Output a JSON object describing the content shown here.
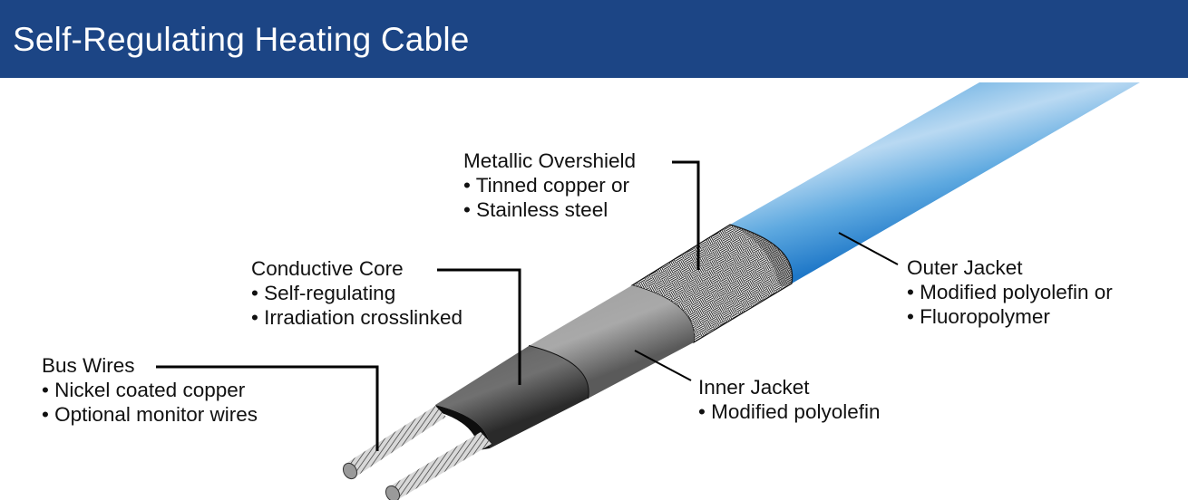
{
  "header": {
    "title": "Self-Regulating Heating Cable",
    "background_color": "#1c4585",
    "text_color": "#ffffff"
  },
  "colors": {
    "outer_jacket": "#5aa8e0",
    "outer_jacket_highlight": "#b8d9f2",
    "braid": "#9a9a9a",
    "inner_jacket": "#9b9b9b",
    "conductive_core": "#4a4a4a",
    "bus_wire": "#b0b0b0",
    "leader_line": "#000000",
    "label_text": "#111111"
  },
  "labels": {
    "metallic_overshield": {
      "title": "Metallic Overshield",
      "bullets": [
        "• Tinned copper or",
        "• Stainless steel"
      ]
    },
    "conductive_core": {
      "title": "Conductive Core",
      "bullets": [
        "• Self-regulating",
        "• Irradiation crosslinked"
      ]
    },
    "bus_wires": {
      "title": "Bus Wires",
      "bullets": [
        "• Nickel coated copper",
        "• Optional monitor wires"
      ]
    },
    "outer_jacket": {
      "title": "Outer Jacket",
      "bullets": [
        "• Modified polyolefin or",
        "• Fluoropolymer"
      ]
    },
    "inner_jacket": {
      "title": "Inner Jacket",
      "bullets": [
        "• Modified polyolefin"
      ]
    }
  }
}
